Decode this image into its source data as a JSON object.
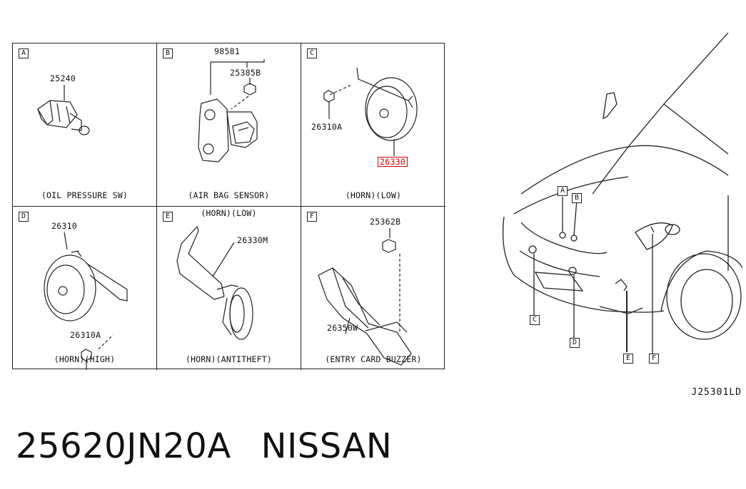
{
  "cells": [
    {
      "letter": "A",
      "caption": "(OIL PRESSURE SW)",
      "parts": [
        "25240"
      ]
    },
    {
      "letter": "B",
      "caption": "(AIR BAG SENSOR)",
      "parts": [
        "98581",
        "25385B"
      ]
    },
    {
      "letter": "C",
      "caption": "(HORN)(LOW)",
      "parts": [
        "26310A",
        "26330"
      ]
    },
    {
      "letter": "D",
      "caption": "(HORN)(HIGH)",
      "parts": [
        "26310",
        "26310A"
      ]
    },
    {
      "letter": "E",
      "caption": "(HORN)(ANTITHEFT)",
      "top_caption": "(HORN)(LOW)",
      "parts": [
        "26330M"
      ]
    },
    {
      "letter": "F",
      "caption": "(ENTRY CARD BUZZER)",
      "parts": [
        "25362B",
        "26350W"
      ]
    }
  ],
  "highlighted_part": "26330",
  "callouts": [
    "A",
    "B",
    "C",
    "D",
    "E",
    "F"
  ],
  "diagram_ref": "J25301LD",
  "footer": {
    "part_number": "25620JN20A",
    "brand": "NISSAN"
  },
  "colors": {
    "line": "#222222",
    "highlight": "#d80000"
  }
}
